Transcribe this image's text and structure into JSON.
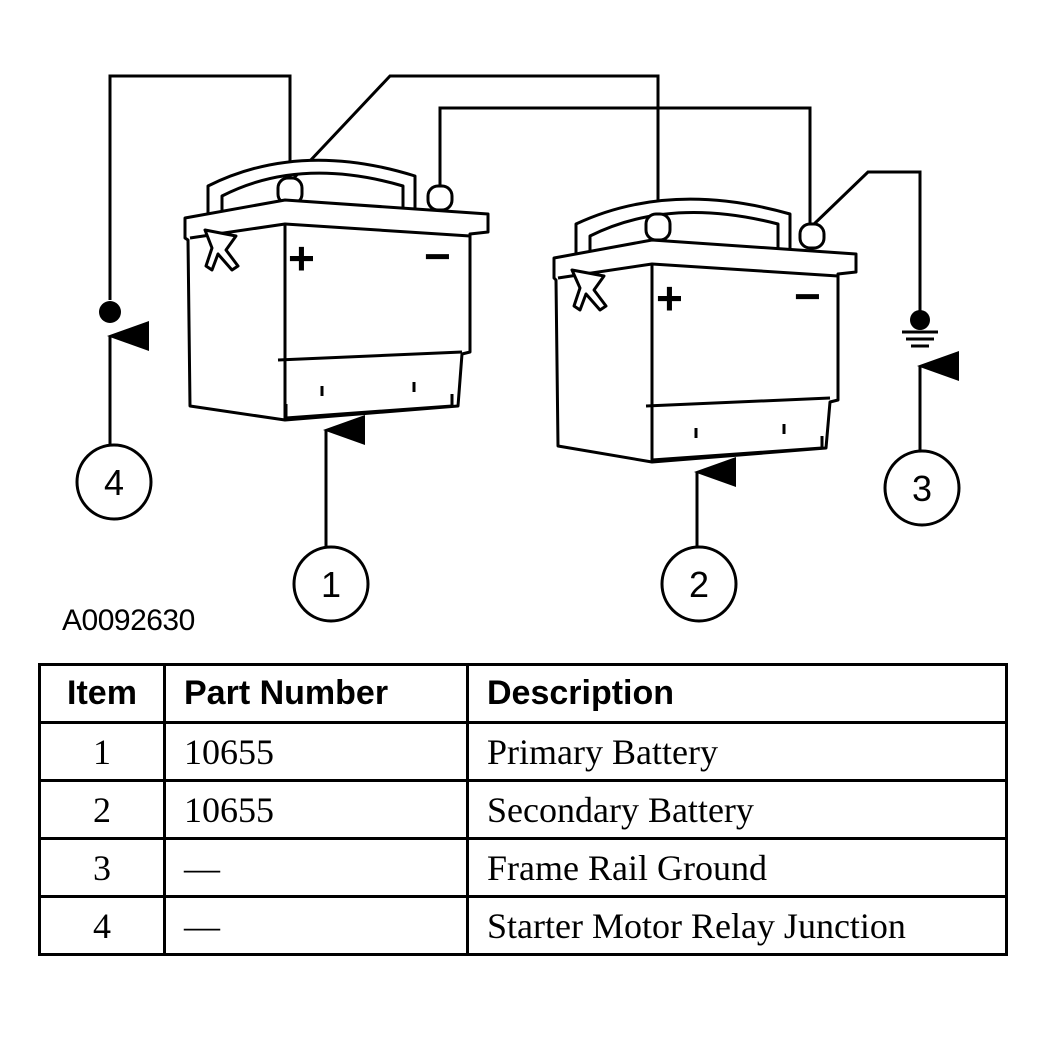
{
  "diagram": {
    "figure_id": "A0092630",
    "callouts": [
      "1",
      "2",
      "3",
      "4"
    ],
    "terminal_marks": {
      "positive": "+",
      "negative": "−"
    }
  },
  "table": {
    "headers": [
      "Item",
      "Part Number",
      "Description"
    ],
    "rows": [
      {
        "item": "1",
        "part": "10655",
        "desc": "Primary Battery"
      },
      {
        "item": "2",
        "part": "10655",
        "desc": "Secondary Battery"
      },
      {
        "item": "3",
        "part": "—",
        "desc": "Frame Rail Ground"
      },
      {
        "item": "4",
        "part": "—",
        "desc": "Starter Motor Relay Junction"
      }
    ]
  }
}
